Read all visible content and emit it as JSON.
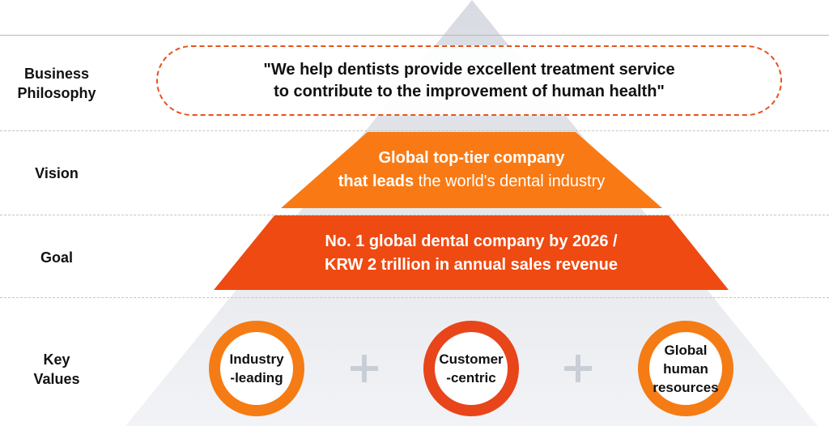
{
  "labels": {
    "philosophy": [
      "Business",
      "Philosophy"
    ],
    "vision": "Vision",
    "goal": "Goal",
    "key_values": [
      "Key",
      "Values"
    ]
  },
  "philosophy": {
    "line1": "\"We help dentists provide excellent treatment service",
    "line2": "to contribute to the improvement of human health\""
  },
  "vision": {
    "line1": "Global top-tier company",
    "line2_bold": "that leads",
    "line2_rest": " the world's dental industry"
  },
  "goal": {
    "line1": "No. 1 global dental company by 2026 /",
    "line2": "KRW 2 trillion in annual sales revenue"
  },
  "values": [
    {
      "lines": [
        "Industry",
        "-leading"
      ]
    },
    {
      "lines": [
        "Customer",
        "-centric"
      ]
    },
    {
      "lines": [
        "Global",
        "human",
        "resources"
      ]
    }
  ],
  "colors": {
    "vision_fill": "#f97a14",
    "goal_fill": "#ee4a12",
    "ring_orange": "#f57b14",
    "ring_red": "#e8451a",
    "pyramid_gray": "#e4e6eb",
    "plus_gray": "#c9ced6"
  }
}
